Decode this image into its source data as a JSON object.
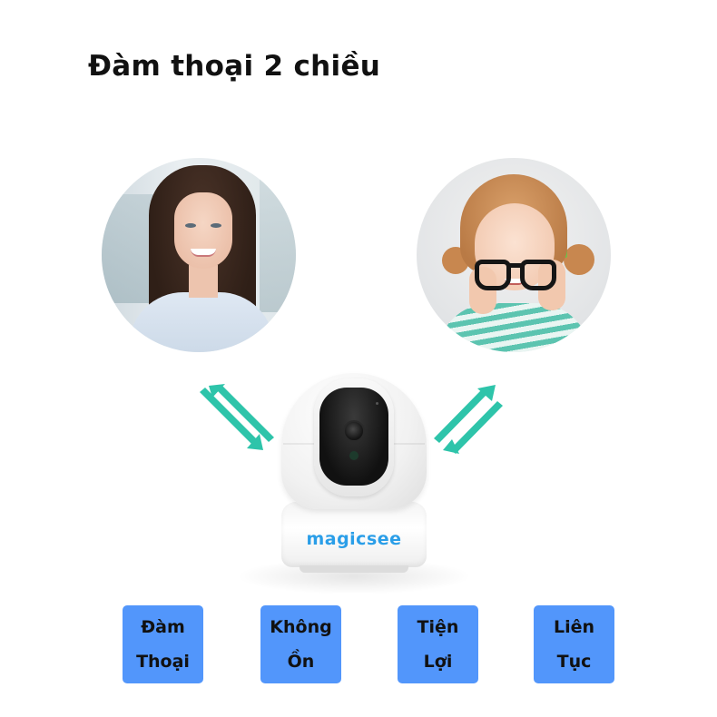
{
  "title": "Đàm thoại 2 chiều",
  "portraits": [
    {
      "subject": "woman",
      "description": "smiling woman with long dark hair"
    },
    {
      "subject": "girl",
      "description": "smiling girl holding black glasses"
    }
  ],
  "arrows": {
    "color": "#2ec4aa",
    "left": "bidirectional-arrow-icon",
    "right": "bidirectional-arrow-icon"
  },
  "camera": {
    "brand_logo": "magicsee",
    "logo_color": "#2a9ee8"
  },
  "features": [
    {
      "line1": "Đàm",
      "line2": "Thoại"
    },
    {
      "line1": "Không",
      "line2": "Ồn"
    },
    {
      "line1": "Tiện",
      "line2": "Lợi"
    },
    {
      "line1": "Liên",
      "line2": "Tục"
    }
  ],
  "colors": {
    "feature_bg": "#5296fb",
    "feature_text": "#111111",
    "title_text": "#111111"
  }
}
